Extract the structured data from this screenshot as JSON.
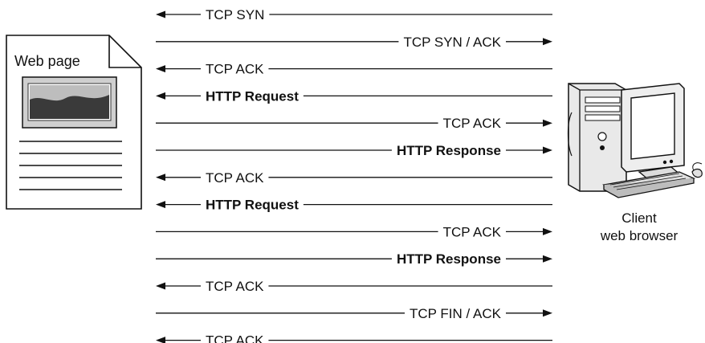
{
  "web_page": {
    "title": "Web page"
  },
  "client": {
    "label_line1": "Client",
    "label_line2": "web browser"
  },
  "messages": [
    {
      "label": "TCP SYN",
      "direction": "to-server",
      "bold": false
    },
    {
      "label": "TCP SYN / ACK",
      "direction": "to-client",
      "bold": false
    },
    {
      "label": "TCP ACK",
      "direction": "to-server",
      "bold": false
    },
    {
      "label": "HTTP Request",
      "direction": "to-server",
      "bold": true
    },
    {
      "label": "TCP ACK",
      "direction": "to-client",
      "bold": false
    },
    {
      "label": "HTTP Response",
      "direction": "to-client",
      "bold": true
    },
    {
      "label": "TCP ACK",
      "direction": "to-server",
      "bold": false
    },
    {
      "label": "HTTP Request",
      "direction": "to-server",
      "bold": true
    },
    {
      "label": "TCP ACK",
      "direction": "to-client",
      "bold": false
    },
    {
      "label": "HTTP Response",
      "direction": "to-client",
      "bold": true
    },
    {
      "label": "TCP ACK",
      "direction": "to-server",
      "bold": false
    },
    {
      "label": "TCP FIN / ACK",
      "direction": "to-client",
      "bold": false
    },
    {
      "label": "TCP ACK",
      "direction": "to-server",
      "bold": false
    }
  ],
  "colors": {
    "ink": "#111111",
    "image_frame": "#555555",
    "image_dark": "#3a3a3a",
    "computer_face": "#f4f4f4"
  },
  "icons": [
    "web-page-document-icon",
    "client-computer-icon"
  ]
}
